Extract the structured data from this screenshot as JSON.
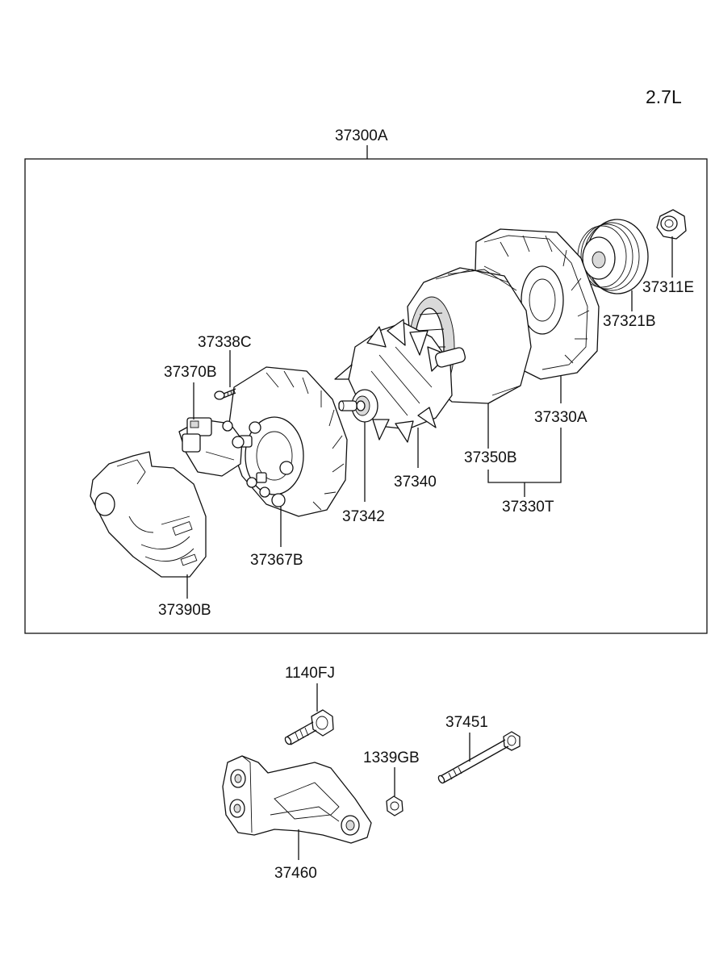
{
  "engine_label": "2.7L",
  "assembly_label": "37300A",
  "callouts": {
    "p37311E": "37311E",
    "p37321B": "37321B",
    "p37330A": "37330A",
    "p37350B": "37350B",
    "p37330T": "37330T",
    "p37340": "37340",
    "p37342": "37342",
    "p37338C": "37338C",
    "p37370B": "37370B",
    "p37367B": "37367B",
    "p37390B": "37390B",
    "p1140FJ": "1140FJ",
    "p37451": "37451",
    "p1339GB": "1339GB",
    "p37460": "37460"
  }
}
